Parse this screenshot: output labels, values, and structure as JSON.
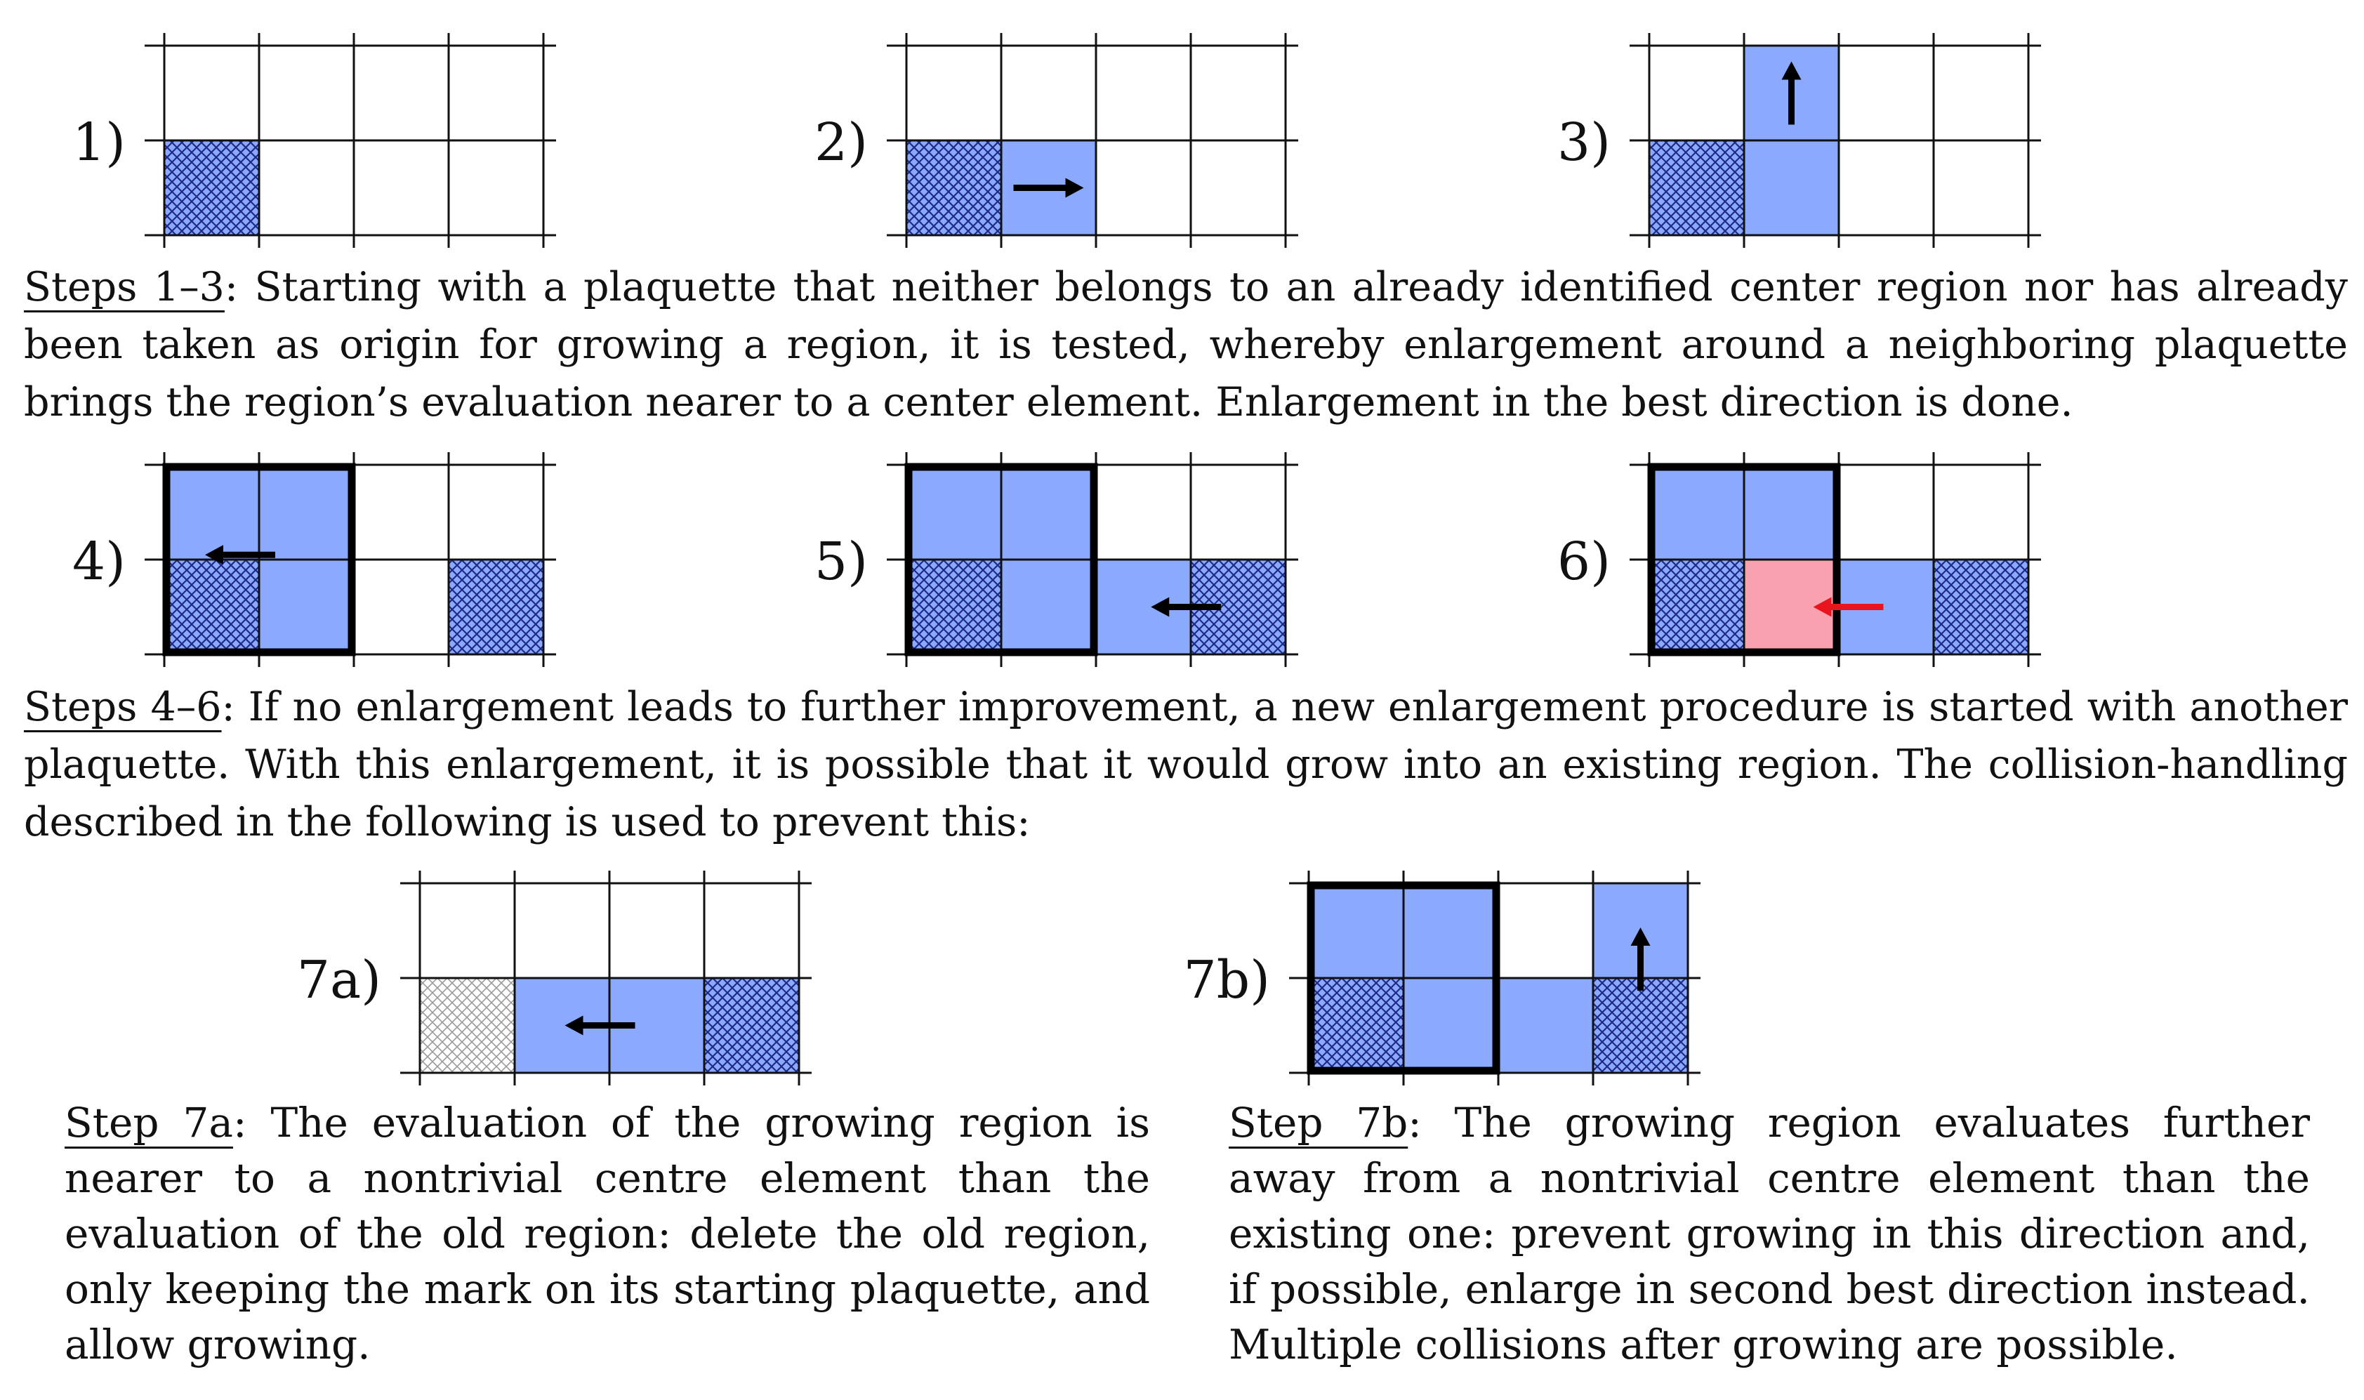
{
  "colors": {
    "blue": "#8BAAFE",
    "pink": "#F7A2AE",
    "hatch_dark": "#1f2a88",
    "hatch_light": "#9a9a9a",
    "arrow": "#000000",
    "arrow_red": "#E8141E",
    "grid": "#111111"
  },
  "panels": [
    {
      "label": "1)",
      "cells": [
        {
          "c": 0,
          "r": 1,
          "fill": "blue",
          "hatch": "dark"
        }
      ],
      "boxes": [],
      "arrows": []
    },
    {
      "label": "2)",
      "cells": [
        {
          "c": 0,
          "r": 1,
          "fill": "blue",
          "hatch": "dark"
        },
        {
          "c": 1,
          "r": 1,
          "fill": "blue"
        }
      ],
      "boxes": [],
      "arrows": [
        {
          "dir": "right",
          "c": 1,
          "r": 1,
          "color": "arrow"
        }
      ]
    },
    {
      "label": "3)",
      "cells": [
        {
          "c": 0,
          "r": 1,
          "fill": "blue",
          "hatch": "dark"
        },
        {
          "c": 1,
          "r": 1,
          "fill": "blue"
        },
        {
          "c": 1,
          "r": 0,
          "fill": "blue"
        }
      ],
      "boxes": [],
      "arrows": [
        {
          "dir": "up",
          "c": 1,
          "r": 0.5,
          "color": "arrow"
        }
      ]
    },
    {
      "label": "4)",
      "cells": [
        {
          "c": 0,
          "r": 0,
          "fill": "blue"
        },
        {
          "c": 1,
          "r": 0,
          "fill": "blue"
        },
        {
          "c": 0,
          "r": 1,
          "fill": "blue",
          "hatch": "dark"
        },
        {
          "c": 1,
          "r": 1,
          "fill": "blue"
        },
        {
          "c": 3,
          "r": 1,
          "fill": "blue",
          "hatch": "dark"
        }
      ],
      "boxes": [
        {
          "c": 0,
          "r": 0,
          "w": 2,
          "h": 2
        }
      ],
      "arrows": [
        {
          "dir": "left",
          "c": 0.3,
          "r": 0.45,
          "color": "arrow"
        }
      ]
    },
    {
      "label": "5)",
      "cells": [
        {
          "c": 0,
          "r": 0,
          "fill": "blue"
        },
        {
          "c": 1,
          "r": 0,
          "fill": "blue"
        },
        {
          "c": 0,
          "r": 1,
          "fill": "blue",
          "hatch": "dark"
        },
        {
          "c": 1,
          "r": 1,
          "fill": "blue"
        },
        {
          "c": 2,
          "r": 1,
          "fill": "blue"
        },
        {
          "c": 3,
          "r": 1,
          "fill": "blue",
          "hatch": "dark"
        }
      ],
      "boxes": [
        {
          "c": 0,
          "r": 0,
          "w": 2,
          "h": 2
        }
      ],
      "arrows": [
        {
          "dir": "left",
          "c": 2.45,
          "r": 1,
          "color": "arrow"
        }
      ]
    },
    {
      "label": "6)",
      "cells": [
        {
          "c": 0,
          "r": 0,
          "fill": "blue"
        },
        {
          "c": 1,
          "r": 0,
          "fill": "blue"
        },
        {
          "c": 0,
          "r": 1,
          "fill": "blue",
          "hatch": "dark"
        },
        {
          "c": 1,
          "r": 1,
          "fill": "pink"
        },
        {
          "c": 2,
          "r": 1,
          "fill": "blue"
        },
        {
          "c": 3,
          "r": 1,
          "fill": "blue",
          "hatch": "dark"
        }
      ],
      "boxes": [
        {
          "c": 0,
          "r": 0,
          "w": 2,
          "h": 2
        }
      ],
      "arrows": [
        {
          "dir": "left",
          "c": 1.6,
          "r": 1,
          "color": "arrow_red"
        }
      ]
    },
    {
      "label": "7a)",
      "cells": [
        {
          "c": 0,
          "r": 1,
          "fill": "none",
          "hatch": "light"
        },
        {
          "c": 1,
          "r": 1,
          "fill": "blue"
        },
        {
          "c": 2,
          "r": 1,
          "fill": "blue"
        },
        {
          "c": 3,
          "r": 1,
          "fill": "blue",
          "hatch": "dark"
        }
      ],
      "boxes": [],
      "arrows": [
        {
          "dir": "left",
          "c": 1.4,
          "r": 1,
          "color": "arrow"
        }
      ]
    },
    {
      "label": "7b)",
      "cells": [
        {
          "c": 0,
          "r": 0,
          "fill": "blue"
        },
        {
          "c": 1,
          "r": 0,
          "fill": "blue"
        },
        {
          "c": 0,
          "r": 1,
          "fill": "blue",
          "hatch": "dark"
        },
        {
          "c": 1,
          "r": 1,
          "fill": "blue"
        },
        {
          "c": 2,
          "r": 1,
          "fill": "blue"
        },
        {
          "c": 3,
          "r": 1,
          "fill": "blue",
          "hatch": "dark"
        },
        {
          "c": 3,
          "r": 0,
          "fill": "blue"
        }
      ],
      "boxes": [
        {
          "c": 0,
          "r": 0,
          "w": 2,
          "h": 2
        }
      ],
      "arrows": [
        {
          "dir": "up",
          "c": 3,
          "r": 0.8,
          "color": "arrow"
        }
      ]
    }
  ],
  "captions": {
    "steps_1_3": {
      "label": "Steps 1–3",
      "text": ": Starting with a plaquette that neither belongs to an already identified center region nor has already been taken as origin for growing a region, it is tested, whereby enlargement around a neighboring plaquette brings the region’s evaluation nearer to a center element. Enlargement in the best direction is done."
    },
    "steps_4_6": {
      "label": "Steps 4–6",
      "text": ": If no enlargement leads to further improvement, a new enlargement procedure is started with another plaquette. With this enlargement, it is possible that it would grow into an existing region. The collision-handling described in the following is used to prevent this:"
    },
    "step_7a": {
      "label": "Step 7a",
      "text": ":  The evaluation of the growing region is nearer to a nontrivial centre element than the evaluation of the old region: delete the old region, only keeping the mark on its starting plaquette, and allow growing."
    },
    "step_7b": {
      "label": "Step 7b",
      "text": ": The growing region evaluates further away from a nontrivial centre element than the existing one: prevent growing in this direction and, if possible, enlarge in second best direction instead.  Multiple collisions after growing are possible."
    }
  }
}
